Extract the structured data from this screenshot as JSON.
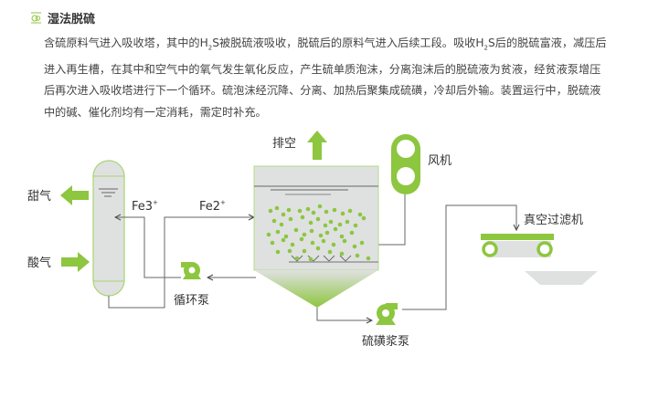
{
  "header": {
    "title": "湿法脱硫",
    "icon": "sulfur-badge-icon"
  },
  "description": {
    "lines": [
      [
        "含硫原料气进入吸收塔，其中的H",
        "2",
        "S被脱硫液吸收，脱硫后的原料气进入后续工段。吸收H",
        "2",
        "S后的脱硫富液，减压后"
      ],
      [
        "进入再生槽，在其中和空气中的氧气发生氧化反应，产生硫单质泡沫，分离泡沫后的脱硫液为贫液，经贫液泵增压"
      ],
      [
        "后再次进入吸收塔进行下一个循环。硫泡沫经沉降、分离、加热后聚集成硫磺，冷却后外输。装置运行中，脱硫液"
      ],
      [
        "中的碱、催化剂均有一定消耗，需定时补充。"
      ]
    ]
  },
  "diagram": {
    "colors": {
      "accent": "#8dc63f",
      "vessel": "#dfe1e1",
      "line": "#555555"
    },
    "labels": {
      "sweet_gas": "甜气",
      "acid_gas": "酸气",
      "fe3": "Fe3",
      "fe2": "Fe2",
      "ion_sup": "+",
      "vent": "排空",
      "blower": "风机",
      "circulation_pump": "循环泵",
      "sulfur_slurry_pump": "硫磺浆泵",
      "vacuum_filter": "真空过滤机"
    }
  }
}
